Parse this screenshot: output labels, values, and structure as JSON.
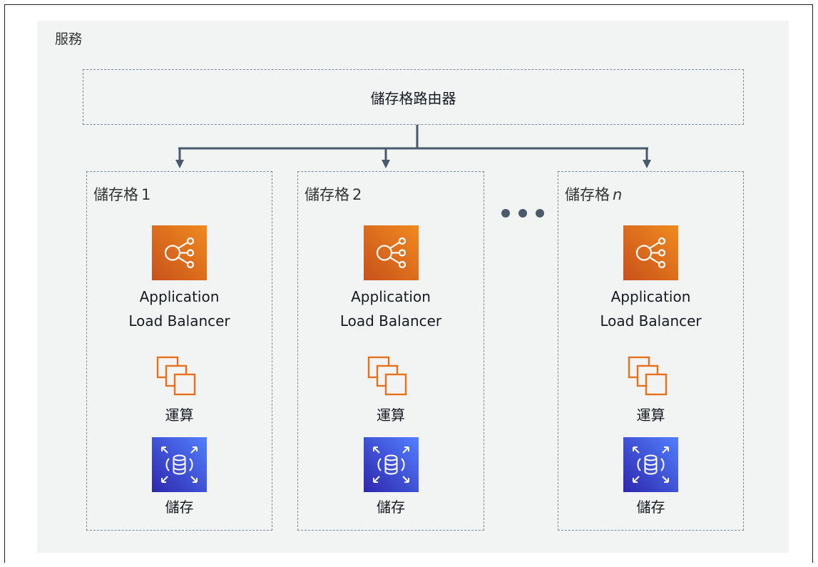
{
  "service": {
    "label": "服務"
  },
  "router": {
    "label": "儲存格路由器"
  },
  "cells": [
    {
      "title": "儲存格",
      "number": "1",
      "italic": false,
      "load_balancer": "Application\nLoad Balancer",
      "compute": "運算",
      "storage": "儲存"
    },
    {
      "title": "儲存格",
      "number": "2",
      "italic": false,
      "load_balancer": "Application\nLoad Balancer",
      "compute": "運算",
      "storage": "儲存"
    },
    {
      "title": "儲存格",
      "number": "n",
      "italic": true,
      "load_balancer": "Application\nLoad Balancer",
      "compute": "運算",
      "storage": "儲存"
    }
  ],
  "colors": {
    "load_balancer_orange": "#e7711b",
    "compute_orange": "#e7711b",
    "storage_blue": "#3f51c4",
    "connector": "#4b5a6b"
  },
  "icons": [
    "load-balancer-icon",
    "compute-instances-icon",
    "database-icon"
  ]
}
